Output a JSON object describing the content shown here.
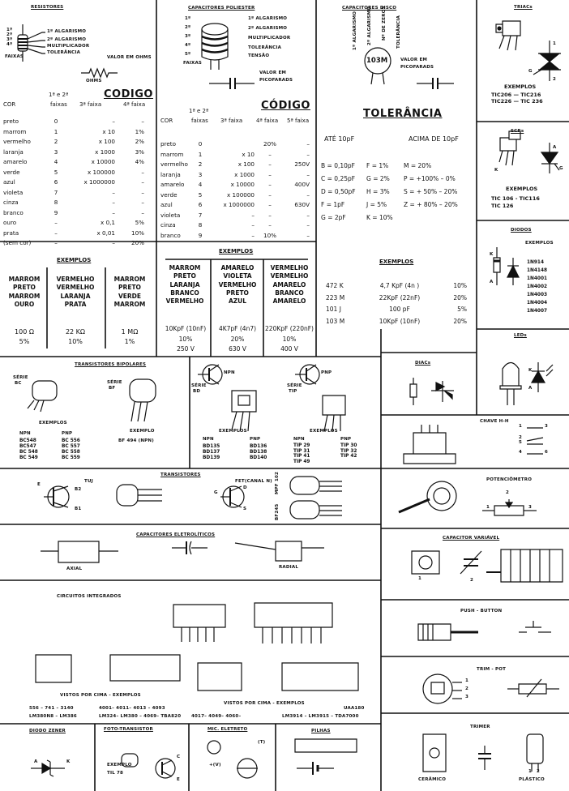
{
  "resistores": {
    "title": "RESISTORES",
    "band_labels": [
      "1ª",
      "2ª",
      "3ª",
      "4ª"
    ],
    "callouts": [
      "1º ALGARISMO",
      "2º ALGARISMO",
      "MULTIPLICADOR",
      "TOLERÂNCIA"
    ],
    "faixas": "FAIXAS",
    "valor": "VALOR EM OHMS",
    "ohms": "OHMS",
    "codigo": "CODIGO",
    "h_cor": "COR",
    "h_12": "1ª e 2ª",
    "h_12b": "faixas",
    "h_3": "3ª faixa",
    "h_4": "4ª faixa",
    "colors": [
      "preto",
      "marrom",
      "vermelho",
      "laranja",
      "amarelo",
      "verde",
      "azul",
      "violeta",
      "cinza",
      "branco",
      "ouro",
      "prata",
      "(sem cor)"
    ],
    "digits": [
      "0",
      "1",
      "2",
      "3",
      "4",
      "5",
      "6",
      "7",
      "8",
      "9",
      "–",
      "–",
      "–"
    ],
    "mult": [
      "–",
      "x 10",
      "x 100",
      "x 1000",
      "x 10000",
      "x 100000",
      "x 1000000",
      "–",
      "–",
      "–",
      "x 0,1",
      "x 0,01",
      "–"
    ],
    "tol": [
      "–",
      "1%",
      "2%",
      "3%",
      "4%",
      "–",
      "–",
      "–",
      "–",
      "–",
      "5%",
      "10%",
      "20%"
    ],
    "exemplos": "EXEMPLOS",
    "ex1": [
      "MARROM",
      "PRETO",
      "MARROM",
      "OURO"
    ],
    "ex2": [
      "VERMELHO",
      "VERMELHO",
      "LARANJA",
      "PRATA"
    ],
    "ex3": [
      "MARROM",
      "PRETO",
      "VERDE",
      "MARROM"
    ],
    "v1": "100 Ω",
    "t1": "5%",
    "v2": "22 KΩ",
    "t2": "10%",
    "v3": "1 MΩ",
    "t3": "1%"
  },
  "poliester": {
    "title": "CAPACITORES POLIESTER",
    "band_labels": [
      "1º",
      "2º",
      "3º",
      "4º",
      "5º"
    ],
    "callouts": [
      "1º ALGARISMO",
      "2º ALGARISMO",
      "MULTIPLICADOR",
      "TOLERÂNCIA",
      "TENSÃO"
    ],
    "faixas": "FAIXAS",
    "valor": "VALOR EM",
    "pico": "PICOFARADS",
    "codigo": "CÓDIGO",
    "h_cor": "COR",
    "h_12": "1ª e 2ª",
    "h_12b": "faixas",
    "h_3": "3ª faixa",
    "h_4": "4ª faixa",
    "h_5": "5ª faixa",
    "colors": [
      "preto",
      "marrom",
      "vermelho",
      "laranja",
      "amarelo",
      "verde",
      "azul",
      "violeta",
      "cinza",
      "branco"
    ],
    "digits": [
      "0",
      "1",
      "2",
      "3",
      "4",
      "5",
      "6",
      "7",
      "8",
      "9"
    ],
    "mult": [
      "",
      "x 10",
      "x 100",
      "x 1000",
      "x 10000",
      "x 100000",
      "x 1000000",
      "–",
      "–",
      "–"
    ],
    "tol": [
      "20%",
      "–",
      "–",
      "–",
      "–",
      "–",
      "–",
      "–",
      "–",
      "10%"
    ],
    "volt": [
      "–",
      "–",
      "250V",
      "–",
      "400V",
      "–",
      "630V",
      "–",
      "–",
      "–"
    ],
    "exemplos": "EXEMPLOS",
    "ex1": [
      "MARROM",
      "PRETO",
      "LARANJA",
      "BRANCO",
      "VERMELHO"
    ],
    "ex2": [
      "AMARELO",
      "VIOLETA",
      "VERMELHO",
      "PRETO",
      "AZUL"
    ],
    "ex3": [
      "VERMELHO",
      "VERMELHO",
      "AMARELO",
      "BRANCO",
      "AMARELO"
    ],
    "c1": [
      "10KpF (10nF)",
      "10%",
      "250 V"
    ],
    "c2": [
      "4K7pF (4n7)",
      "20%",
      "630 V"
    ],
    "c3": [
      "220KpF (220nF)",
      "10%",
      "400 V"
    ]
  },
  "disco": {
    "title": "CAPACITORES DISCO",
    "callouts": [
      "1º ALGARISMO",
      "2º ALGARISMO",
      "Nº DE ZEROS",
      "TOLERÂNCIA"
    ],
    "code": "103M",
    "valor": "VALOR EM",
    "pico": "PICOFARADS",
    "tolerancia": "TOLERÂNCIA",
    "ate": "ATÉ 10pF",
    "acima": "ACIMA DE 10pF",
    "rows_a": [
      "B = 0,10pF",
      "C = 0,25pF",
      "D = 0,50pF",
      "F = 1pF",
      "G = 2pF"
    ],
    "rows_b": [
      "F = 1%",
      "G = 2%",
      "H = 3%",
      "J = 5%",
      "K = 10%"
    ],
    "rows_c": [
      "M = 20%",
      "P = +100% – 0%",
      "S = + 50% – 20%",
      "Z = + 80% – 20%"
    ],
    "exemplos": "EXEMPLOS",
    "codes": [
      "472 K",
      "223 M",
      "101 J",
      "103 M"
    ],
    "vals": [
      "4,7 KpF (4n )",
      "22KpF (22nF)",
      "100 pF",
      "10KpF (10nF)"
    ],
    "tols": [
      "10%",
      "20%",
      "5%",
      "20%"
    ]
  },
  "triacs": {
    "title": "TRIACs",
    "pins": [
      "1",
      "2",
      "G"
    ],
    "exemplos": "EXEMPLOS",
    "models": [
      "TIC206 — TIC216",
      "TIC226 — TIC 236"
    ]
  },
  "scrs": {
    "title": "SCRs",
    "pins": [
      "K",
      "A",
      "G"
    ],
    "exemplos": "EXEMPLOS",
    "models": [
      "TIC 106 - TIC116",
      "TIC 126"
    ]
  },
  "diodos": {
    "title": "DIODOS",
    "exemplos": "EXEMPLOS",
    "pins": [
      "K",
      "A"
    ],
    "models": [
      "1N914",
      "1N4148",
      "1N4001",
      "1N4002",
      "1N4003",
      "1N4004",
      "1N4007"
    ]
  },
  "leds": {
    "title": "LEDs",
    "pins": [
      "K",
      "A"
    ]
  },
  "diacs": {
    "title": "DIACs"
  },
  "chave": {
    "title": "CHAVE H-H",
    "pins": [
      "1",
      "2",
      "3",
      "4",
      "5",
      "6"
    ]
  },
  "pot": {
    "title": "POTENCIÔMETRO",
    "pins": [
      "1",
      "2",
      "3"
    ]
  },
  "capvar": {
    "title": "CAPACITOR VARIÁVEL",
    "pins": [
      "1",
      "2"
    ]
  },
  "push": {
    "title": "PUSH - BUTTON"
  },
  "trimpot": {
    "title": "TRIM - POT",
    "pins": [
      "1",
      "2",
      "3"
    ]
  },
  "trimer": {
    "title": "TRIMER",
    "ceramico": "CERÂMICO",
    "plastico": "PLÁSTICO",
    "pins": [
      "1",
      "2"
    ]
  },
  "bipolares": {
    "title": "TRANSISTORES BIPOLARES",
    "serie_bc": "SÉRIE",
    "bc": "BC",
    "serie_bf": "SÉRIE",
    "bf": "BF",
    "serie_bd": "SÉRIE",
    "bd": "BD",
    "serie_tip": "SÉRIE",
    "tip": "TIP",
    "npn": "NPN",
    "pnp": "PNP",
    "exemplos": "EXEMPLOS",
    "exemplo": "EXEMPLO",
    "bc_npn": [
      "BC548",
      "BC547",
      "BC 548",
      "BC 549"
    ],
    "bc_pnp": [
      "BC 556",
      "BC 557",
      "BC 558",
      "BC 559"
    ],
    "bf_ex": "BF 494 (NPN)",
    "bd_npn": [
      "BD135",
      "BD137",
      "BD139"
    ],
    "bd_pnp": [
      "BD136",
      "BD138",
      "BD140"
    ],
    "tip_npn": [
      "TIP 29",
      "TIP 31",
      "TIP 41",
      "TIP 49"
    ],
    "tip_pnp": [
      "TIP 30",
      "TIP 32",
      "TIP 42"
    ]
  },
  "transistores": {
    "title": "TRANSISTORES",
    "tuj": "TUJ",
    "fet": "FET(CANAL N)",
    "mpf": "MPF 102",
    "bf245": "BF245",
    "pins_tuj": [
      "E",
      "B2",
      "B1"
    ],
    "pins_fet": [
      "D",
      "G",
      "S"
    ]
  },
  "eletroliticos": {
    "title": "CAPACITORES ELETROLÍTICOS",
    "axial": "AXIAL",
    "radial": "RADIAL"
  },
  "ci": {
    "title": "CIRCUITOS INTEGRADOS",
    "vistos1": "VISTOS  POR CIMA - EXEMPLOS",
    "vistos2": "VISTOS POR CIMA - EXEMPLOS",
    "ex8a": "556 – 741 – 3140",
    "ex8b": "LM380N8 – LM386",
    "ex14a": "4001– 4011– 4013 – 4093",
    "ex14b": "LM324– LM380 – 4069– TBA820",
    "ex16": "4017– 4049– 4060–",
    "ex18a": "UAA180",
    "ex18b": "LM3914 – LM3915 – TDA7000"
  },
  "zener": {
    "title": "DIODO ZENER",
    "pins": [
      "A",
      "K"
    ]
  },
  "foto": {
    "title": "FOTO-TRANSISTOR",
    "exemplo": "EXEMPLO",
    "model": "TIL 78",
    "pins": [
      "C",
      "E"
    ]
  },
  "mic": {
    "title": "MIC. ELETRETO",
    "plus": "+(V)",
    "t": "(T)"
  },
  "pilhas": {
    "title": "PILHAS"
  }
}
